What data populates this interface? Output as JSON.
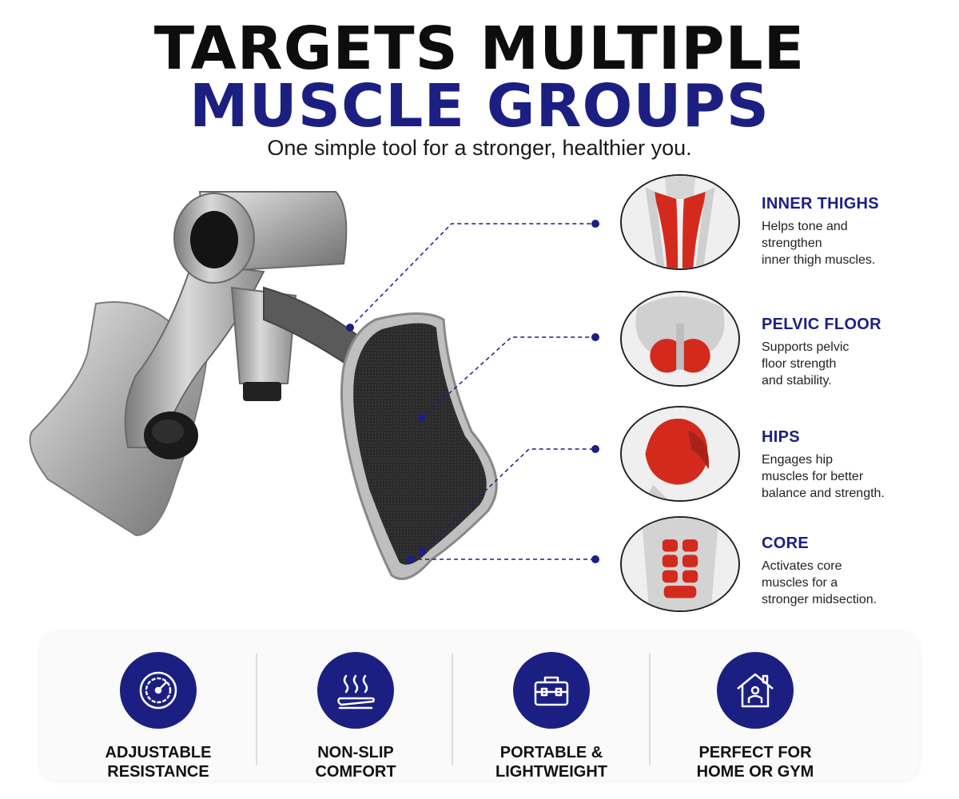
{
  "header": {
    "line1": "TARGETS MULTIPLE",
    "line2": "MUSCLE GROUPS",
    "tagline": "One simple tool for a stronger, healthier you."
  },
  "colors": {
    "accent": "#1c1f82",
    "muscle": "#d42a1e"
  },
  "muscles": [
    {
      "title": "INNER THIGHS",
      "desc": "Helps tone and\nstrengthen\ninner thigh muscles.",
      "icon": "inner-thighs-icon"
    },
    {
      "title": "PELVIC FLOOR",
      "desc": "Supports pelvic\nfloor strength\nand stability.",
      "icon": "pelvic-floor-icon"
    },
    {
      "title": "HIPS",
      "desc": "Engages hip\nmuscles for better\nbalance and strength.",
      "icon": "hips-icon"
    },
    {
      "title": "CORE",
      "desc": "Activates core\nmuscles for a\nstronger midsection.",
      "icon": "core-icon"
    }
  ],
  "features": [
    {
      "label": "ADJUSTABLE\nRESISTANCE",
      "icon": "gauge-icon"
    },
    {
      "label": "NON-SLIP\nCOMFORT",
      "icon": "heat-pad-icon"
    },
    {
      "label": "PORTABLE &\nLIGHTWEIGHT",
      "icon": "briefcase-icon"
    },
    {
      "label": "PERFECT FOR\nHOME OR GYM",
      "icon": "home-icon"
    }
  ]
}
